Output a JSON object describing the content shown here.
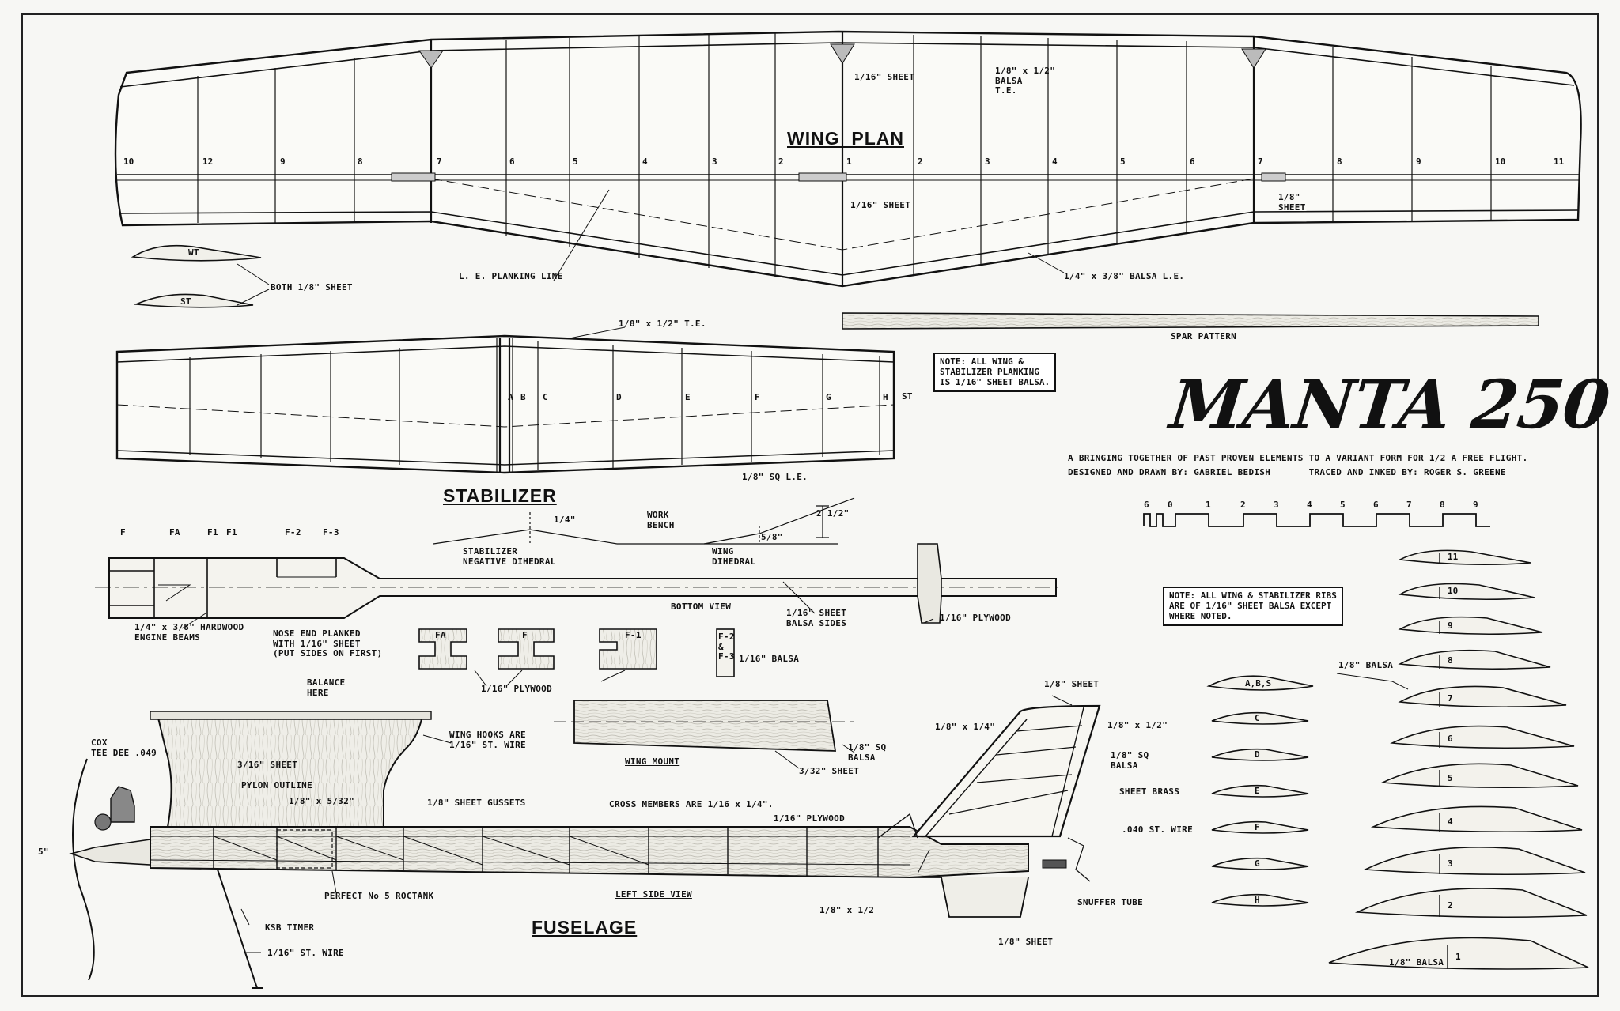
{
  "title": "MANTA 250",
  "credits": {
    "line1": "A BRINGING TOGETHER OF PAST PROVEN ELEMENTS TO A VARIANT FORM FOR 1/2 A FREE FLIGHT.",
    "line2": "DESIGNED AND DRAWN BY: GABRIEL BEDISH       TRACED AND INKED BY: ROGER S. GREENE"
  },
  "notes": {
    "planking": "NOTE: ALL WING &\nSTABILIZER PLANKING\nIS 1/16\" SHEET BALSA.",
    "ribs": "NOTE: ALL WING & STABILIZER RIBS\nARE OF 1/16\" SHEET BALSA EXCEPT\nWHERE NOTED."
  },
  "sections": {
    "wing_plan": "WING  PLAN",
    "stabilizer": "STABILIZER",
    "fuselage": "FUSELAGE"
  },
  "wing_labels": {
    "sheet_tip": "1/16\" SHEET",
    "te": "1/8\" x 1/2\"\nBALSA\nT.E.",
    "sheet_center": "1/16\" SHEET",
    "sheet_right": "1/8\"\nSHEET",
    "le_planking": "L. E. PLANKING LINE",
    "le": "1/4\" x 3/8\" BALSA L.E.",
    "both_sheet": "BOTH 1/8\" SHEET",
    "wt": "WT",
    "st": "ST",
    "spar_pattern": "SPAR PATTERN"
  },
  "wing_rib_numbers": [
    "10",
    "12",
    "9",
    "8",
    "7",
    "6",
    "5",
    "4",
    "3",
    "2",
    "1",
    "2",
    "3",
    "4",
    "5",
    "6",
    "7",
    "8",
    "9",
    "10",
    "11"
  ],
  "stab_labels": {
    "te": "1/8\" x 1/2\" T.E.",
    "le": "1/8\" SQ L.E.",
    "st": "ST",
    "rib_letters": [
      "A",
      "B",
      "C",
      "D",
      "E",
      "F",
      "G",
      "H"
    ]
  },
  "dihedral": {
    "quarter": "1/4\"",
    "work_bench": "WORK\nBENCH",
    "stab_neg": "STABILIZER\nNEGATIVE DIHEDRAL",
    "wing_dih": "WING\nDIHEDRAL",
    "inch_5_8": "5/8\"",
    "inch_2_1_2": "2 1/2\""
  },
  "bottom_view": {
    "f": "F",
    "fa": "FA",
    "f1": "F1",
    "f1b": "F1",
    "f2": "F-2",
    "f3": "F-3",
    "caption": "BOTTOM VIEW",
    "engine_beams": "1/4\" x 3/8\" HARDWOOD\nENGINE BEAMS",
    "nose_planked": "NOSE END PLANKED\nWITH 1/16\" SHEET\n(PUT SIDES ON FIRST)",
    "balsa_sides": "1/16\" SHEET\nBALSA SIDES",
    "plywood_fin": "1/16\" PLYWOOD"
  },
  "formers": {
    "fa": "FA",
    "f": "F",
    "f1": "F-1",
    "f2f3": "F-2\n&\nF-3",
    "plywood": "1/16\" PLYWOOD",
    "balsa": "1/16\" BALSA"
  },
  "wing_mount": {
    "caption": "WING MOUNT",
    "sq": "1/8\" SQ\nBALSA",
    "sheet": "3/32\" SHEET"
  },
  "side_view": {
    "balance": "BALANCE\nHERE",
    "engine": "COX\nTEE DEE .049",
    "sheet_3_16": "3/16\" SHEET",
    "pylon": "PYLON OUTLINE",
    "strip": "1/8\" x 5/32\"",
    "gussets": "1/8\" SHEET GUSSETS",
    "cross_members": "CROSS MEMBERS ARE 1/16 x 1/4\".",
    "wing_hooks": "WING HOOKS ARE\n1/16\" ST. WIRE",
    "prop": "5\"",
    "tank": "PERFECT No 5 ROCTANK",
    "timer": "KSB TIMER",
    "st_wire": "1/16\" ST. WIRE",
    "caption": "LEFT SIDE VIEW",
    "plywood": "1/16\" PLYWOOD",
    "half": "1/8\" x 1/2"
  },
  "fin": {
    "sheet_top": "1/8\" SHEET",
    "sq_left": "1/8\" x 1/4\"",
    "half": "1/8\" x 1/2\"",
    "sq_balsa": "1/8\" SQ\nBALSA",
    "brass": "SHEET BRASS",
    "wire": ".040 ST. WIRE",
    "snuffer": "SNUFFER TUBE",
    "sheet_bottom": "1/8\" SHEET"
  },
  "ribs": {
    "wing_numbers": [
      "11",
      "10",
      "9",
      "8",
      "7",
      "6",
      "5",
      "4",
      "3",
      "2",
      "1"
    ],
    "stab_letters": [
      "A,B,S",
      "C",
      "D",
      "E",
      "F",
      "G",
      "H"
    ],
    "balsa_top": "1/8\" BALSA",
    "balsa_bottom": "1/8\" BALSA"
  },
  "scale": {
    "ticks": [
      "6",
      "0",
      "1",
      "2",
      "3",
      "4",
      "5",
      "6",
      "7",
      "8",
      "9"
    ]
  }
}
